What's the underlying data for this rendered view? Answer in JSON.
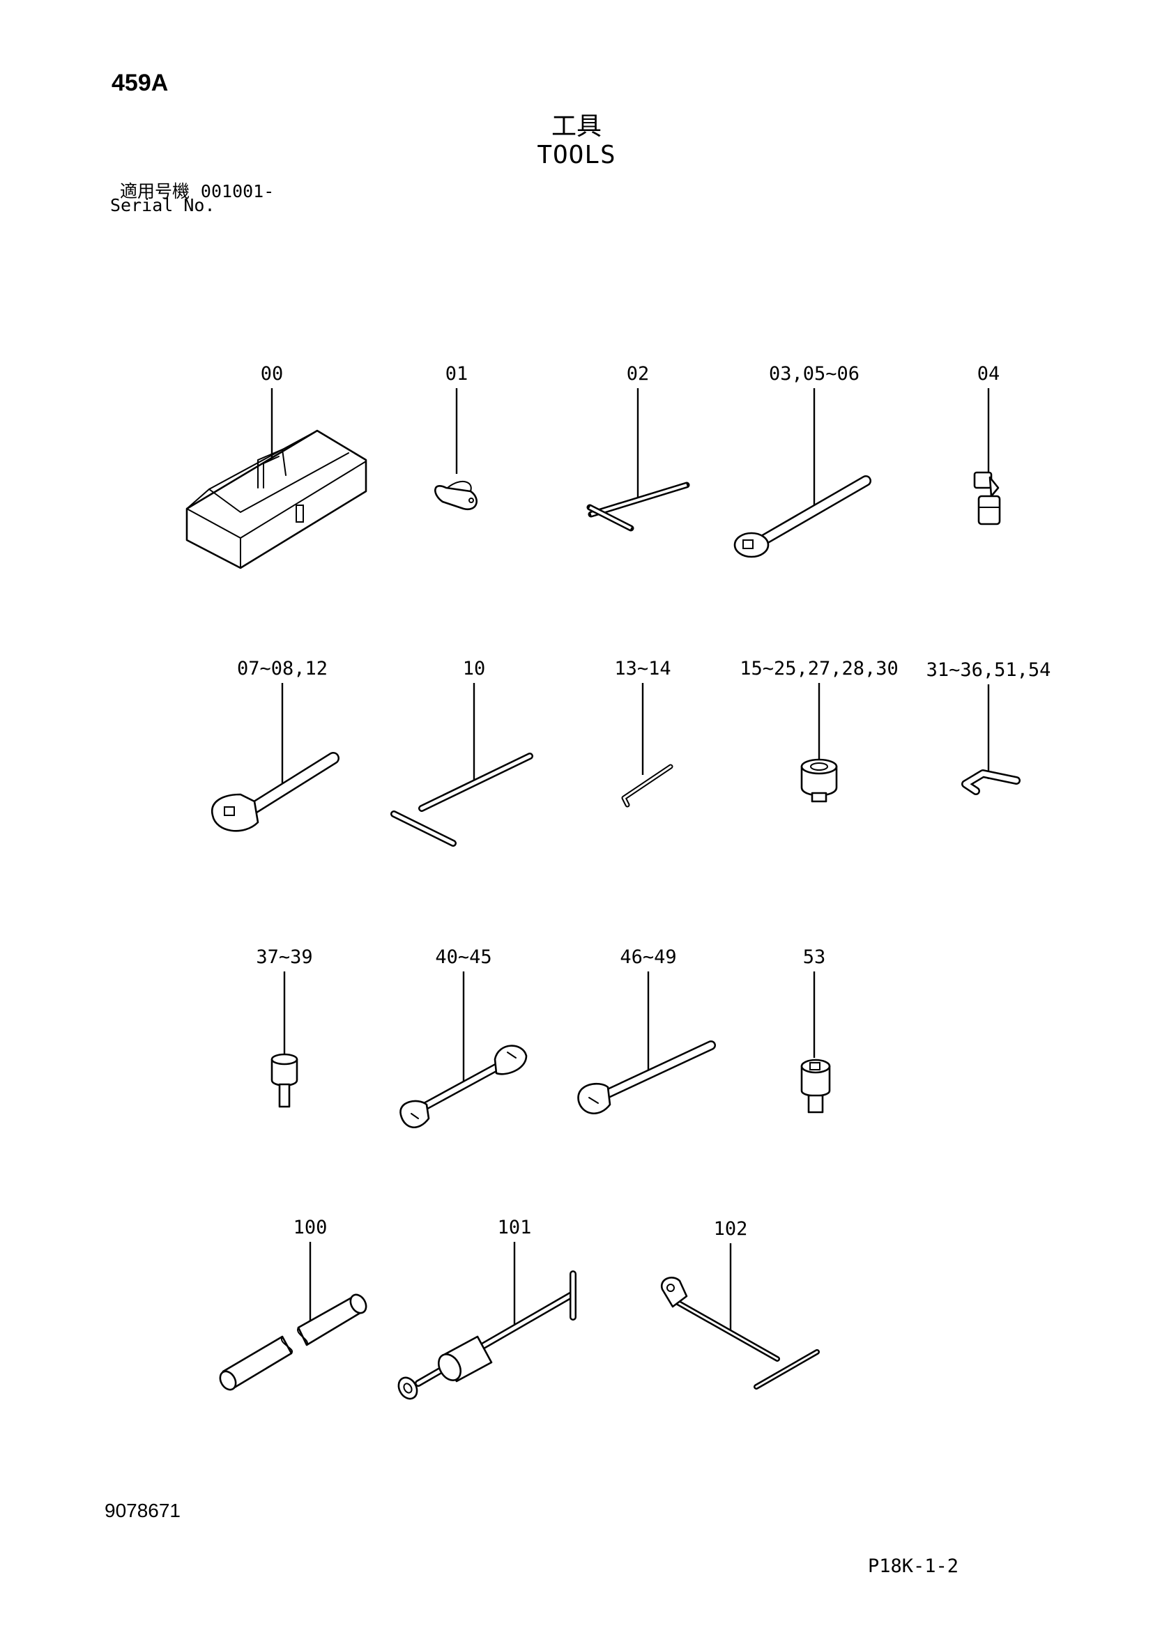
{
  "header": {
    "page_code": "459A",
    "title_jp": "工具",
    "title_en": "TOOLS",
    "serial_label_jp": "適用号機",
    "serial_from": "001001-",
    "serial_label_en": "Serial No."
  },
  "items": [
    {
      "label": "00",
      "icon": "toolbox-icon"
    },
    {
      "label": "01",
      "icon": "shackle-icon"
    },
    {
      "label": "02",
      "icon": "t-wrench-icon"
    },
    {
      "label": "03,05~06",
      "icon": "extension-bar-icon"
    },
    {
      "label": "04",
      "icon": "universal-joint-icon"
    },
    {
      "label": "07~08,12",
      "icon": "ratchet-handle-icon"
    },
    {
      "label": "10",
      "icon": "t-handle-icon"
    },
    {
      "label": "13~14",
      "icon": "small-hex-key-icon"
    },
    {
      "label": "15~25,27,28,30",
      "icon": "socket-icon"
    },
    {
      "label": "31~36,51,54",
      "icon": "hex-key-icon"
    },
    {
      "label": "37~39",
      "icon": "bit-socket-icon"
    },
    {
      "label": "40~45",
      "icon": "double-open-wrench-icon"
    },
    {
      "label": "46~49",
      "icon": "single-open-wrench-icon"
    },
    {
      "label": "53",
      "icon": "square-drive-socket-icon"
    },
    {
      "label": "100",
      "icon": "pipe-icon"
    },
    {
      "label": "101",
      "icon": "slide-hammer-icon"
    },
    {
      "label": "102",
      "icon": "bracket-puller-icon"
    }
  ],
  "footer": {
    "doc_number": "9078671",
    "page_ref": "P18K-1-2"
  }
}
